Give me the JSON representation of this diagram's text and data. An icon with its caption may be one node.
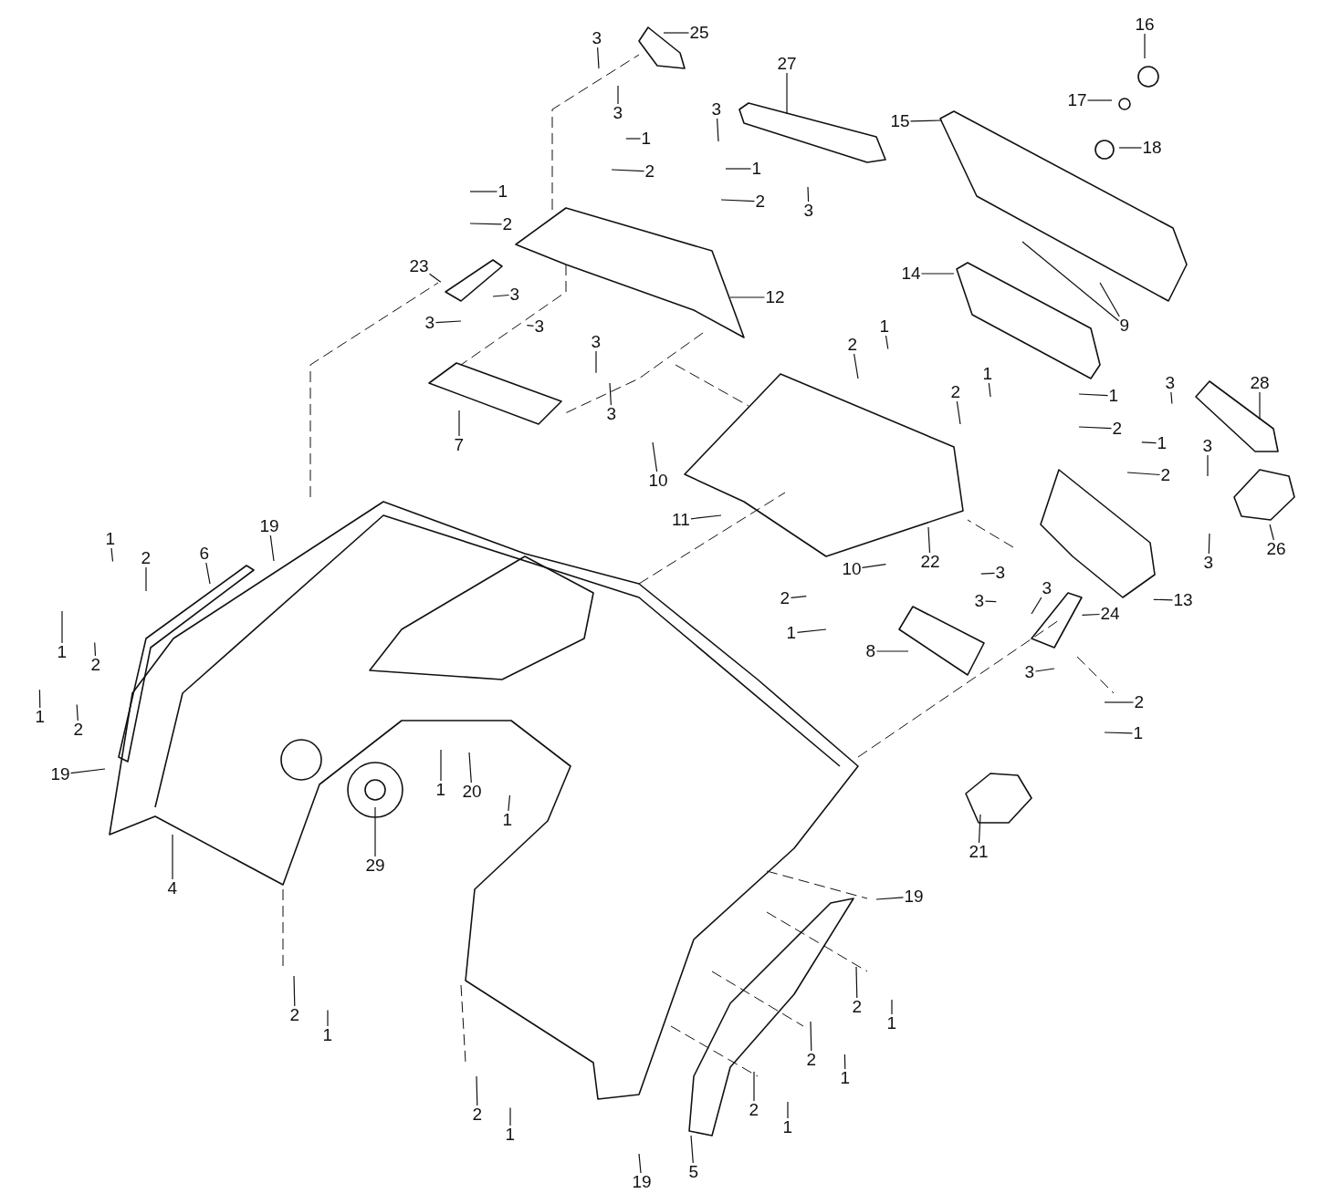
{
  "diagram": {
    "nodes": [
      {
        "text": [
          "16"
        ]
      },
      {
        "text": [
          "25"
        ]
      },
      {
        "text": [
          "3"
        ]
      },
      {
        "text": [
          "27"
        ]
      },
      {
        "text": [
          "17"
        ]
      },
      {
        "text": [
          "3"
        ]
      },
      {
        "text": [
          "3"
        ]
      },
      {
        "text": [
          "15"
        ]
      },
      {
        "text": [
          "1"
        ]
      },
      {
        "text": [
          "18"
        ]
      },
      {
        "text": [
          "1"
        ]
      },
      {
        "text": [
          "2"
        ]
      },
      {
        "text": [
          "1"
        ]
      },
      {
        "text": [
          "2"
        ]
      },
      {
        "text": [
          "3"
        ]
      },
      {
        "text": [
          "2"
        ]
      },
      {
        "text": [
          "23"
        ]
      },
      {
        "text": [
          "14"
        ]
      },
      {
        "text": [
          "3"
        ]
      },
      {
        "text": [
          "12"
        ]
      },
      {
        "text": [
          "3"
        ]
      },
      {
        "text": [
          "9"
        ]
      },
      {
        "text": [
          "3"
        ]
      },
      {
        "text": [
          "1"
        ]
      },
      {
        "text": [
          "3"
        ]
      },
      {
        "text": [
          "2"
        ]
      },
      {
        "text": [
          "1"
        ]
      },
      {
        "text": [
          "28"
        ]
      },
      {
        "text": [
          "3"
        ]
      },
      {
        "text": [
          "2"
        ]
      },
      {
        "text": [
          "1"
        ]
      },
      {
        "text": [
          "3"
        ]
      },
      {
        "text": [
          "2"
        ]
      },
      {
        "text": [
          "1"
        ]
      },
      {
        "text": [
          "7"
        ]
      },
      {
        "text": [
          "3"
        ]
      },
      {
        "text": [
          "2"
        ]
      },
      {
        "text": [
          "10"
        ]
      },
      {
        "text": [
          "11"
        ]
      },
      {
        "text": [
          "26"
        ]
      },
      {
        "text": [
          "19"
        ]
      },
      {
        "text": [
          "1"
        ]
      },
      {
        "text": [
          "6"
        ]
      },
      {
        "text": [
          "2"
        ]
      },
      {
        "text": [
          "22"
        ]
      },
      {
        "text": [
          "3"
        ]
      },
      {
        "text": [
          "10"
        ]
      },
      {
        "text": [
          "3"
        ]
      },
      {
        "text": [
          "3"
        ]
      },
      {
        "text": [
          "2"
        ]
      },
      {
        "text": [
          "13"
        ]
      },
      {
        "text": [
          "3"
        ]
      },
      {
        "text": [
          "24"
        ]
      },
      {
        "text": [
          "1"
        ]
      },
      {
        "text": [
          "8"
        ]
      },
      {
        "text": [
          "1"
        ]
      },
      {
        "text": [
          "2"
        ]
      },
      {
        "text": [
          "3"
        ]
      },
      {
        "text": [
          "2"
        ]
      },
      {
        "text": [
          "1"
        ]
      },
      {
        "text": [
          "2"
        ]
      },
      {
        "text": [
          "1"
        ]
      },
      {
        "text": [
          "19"
        ]
      },
      {
        "text": [
          "1"
        ]
      },
      {
        "text": [
          "20"
        ]
      },
      {
        "text": [
          "1"
        ]
      },
      {
        "text": [
          "21"
        ]
      },
      {
        "text": [
          "29"
        ]
      },
      {
        "text": [
          "4"
        ]
      },
      {
        "text": [
          "19"
        ]
      },
      {
        "text": [
          "2"
        ]
      },
      {
        "text": [
          "2"
        ]
      },
      {
        "text": [
          "1"
        ]
      },
      {
        "text": [
          "1"
        ]
      },
      {
        "text": [
          "2"
        ]
      },
      {
        "text": [
          "1"
        ]
      },
      {
        "text": [
          "2"
        ]
      },
      {
        "text": [
          "2"
        ]
      },
      {
        "text": [
          "1"
        ]
      },
      {
        "text": [
          "1"
        ]
      },
      {
        "text": [
          "5"
        ]
      },
      {
        "text": [
          "19"
        ]
      }
    ],
    "edges": [
      {
        "from": 0,
        "to": null,
        "arrow": "none"
      },
      {
        "from": 1,
        "to": null,
        "arrow": "none"
      },
      {
        "from": 2,
        "to": null,
        "arrow": "none"
      },
      {
        "from": 3,
        "to": null,
        "arrow": "none"
      },
      {
        "from": 4,
        "to": null,
        "arrow": "none"
      },
      {
        "from": 5,
        "to": null,
        "arrow": "none"
      },
      {
        "from": 6,
        "to": null,
        "arrow": "none"
      },
      {
        "from": 7,
        "to": null,
        "arrow": "none"
      },
      {
        "from": 8,
        "to": null,
        "arrow": "none"
      },
      {
        "from": 9,
        "to": null,
        "arrow": "none"
      },
      {
        "from": 10,
        "to": null,
        "arrow": "none"
      },
      {
        "from": 11,
        "to": null,
        "arrow": "none"
      },
      {
        "from": 12,
        "to": null,
        "arrow": "none"
      },
      {
        "from": 13,
        "to": null,
        "arrow": "none"
      },
      {
        "from": 14,
        "to": null,
        "arrow": "none"
      },
      {
        "from": 15,
        "to": null,
        "arrow": "none"
      },
      {
        "from": 16,
        "to": null,
        "arrow": "none"
      },
      {
        "from": 17,
        "to": null,
        "arrow": "none"
      },
      {
        "from": 18,
        "to": null,
        "arrow": "none"
      },
      {
        "from": 19,
        "to": null,
        "arrow": "none"
      },
      {
        "from": 20,
        "to": null,
        "arrow": "none"
      },
      {
        "from": 21,
        "to": null,
        "arrow": "none"
      },
      {
        "from": 21,
        "to": null,
        "arrow": "none"
      },
      {
        "from": 22,
        "to": null,
        "arrow": "none"
      },
      {
        "from": 23,
        "to": null,
        "arrow": "none"
      },
      {
        "from": 24,
        "to": null,
        "arrow": "none"
      },
      {
        "from": 25,
        "to": null,
        "arrow": "none"
      },
      {
        "from": 26,
        "to": null,
        "arrow": "none"
      },
      {
        "from": 27,
        "to": null,
        "arrow": "none"
      },
      {
        "from": 28,
        "to": null,
        "arrow": "none"
      },
      {
        "from": 29,
        "to": null,
        "arrow": "none"
      },
      {
        "from": 30,
        "to": null,
        "arrow": "none"
      },
      {
        "from": 31,
        "to": null,
        "arrow": "none"
      },
      {
        "from": 32,
        "to": null,
        "arrow": "none"
      },
      {
        "from": 33,
        "to": null,
        "arrow": "none"
      },
      {
        "from": 34,
        "to": null,
        "arrow": "none"
      },
      {
        "from": 35,
        "to": null,
        "arrow": "none"
      },
      {
        "from": 36,
        "to": null,
        "arrow": "none"
      },
      {
        "from": 37,
        "to": null,
        "arrow": "none"
      },
      {
        "from": 38,
        "to": null,
        "arrow": "none"
      },
      {
        "from": 39,
        "to": null,
        "arrow": "none"
      },
      {
        "from": 40,
        "to": null,
        "arrow": "none"
      },
      {
        "from": 41,
        "to": null,
        "arrow": "none"
      },
      {
        "from": 42,
        "to": null,
        "arrow": "none"
      },
      {
        "from": 43,
        "to": null,
        "arrow": "none"
      },
      {
        "from": 44,
        "to": null,
        "arrow": "none"
      },
      {
        "from": 45,
        "to": null,
        "arrow": "none"
      },
      {
        "from": 46,
        "to": null,
        "arrow": "none"
      },
      {
        "from": 47,
        "to": null,
        "arrow": "none"
      },
      {
        "from": 48,
        "to": null,
        "arrow": "none"
      },
      {
        "from": 49,
        "to": null,
        "arrow": "none"
      },
      {
        "from": 50,
        "to": null,
        "arrow": "none"
      },
      {
        "from": 51,
        "to": null,
        "arrow": "none"
      },
      {
        "from": 52,
        "to": null,
        "arrow": "none"
      },
      {
        "from": 53,
        "to": null,
        "arrow": "none"
      },
      {
        "from": 54,
        "to": null,
        "arrow": "none"
      },
      {
        "from": 55,
        "to": null,
        "arrow": "none"
      },
      {
        "from": 56,
        "to": null,
        "arrow": "none"
      },
      {
        "from": 57,
        "to": null,
        "arrow": "none"
      },
      {
        "from": 58,
        "to": null,
        "arrow": "none"
      },
      {
        "from": 59,
        "to": null,
        "arrow": "none"
      },
      {
        "from": 60,
        "to": null,
        "arrow": "none"
      },
      {
        "from": 61,
        "to": null,
        "arrow": "none"
      },
      {
        "from": 62,
        "to": null,
        "arrow": "none"
      },
      {
        "from": 63,
        "to": null,
        "arrow": "none"
      },
      {
        "from": 64,
        "to": null,
        "arrow": "none"
      },
      {
        "from": 65,
        "to": null,
        "arrow": "none"
      },
      {
        "from": 66,
        "to": null,
        "arrow": "none"
      },
      {
        "from": 67,
        "to": null,
        "arrow": "none"
      },
      {
        "from": 68,
        "to": null,
        "arrow": "none"
      },
      {
        "from": 69,
        "to": null,
        "arrow": "none"
      },
      {
        "from": 70,
        "to": null,
        "arrow": "none"
      },
      {
        "from": 71,
        "to": null,
        "arrow": "none"
      },
      {
        "from": 72,
        "to": null,
        "arrow": "none"
      },
      {
        "from": 73,
        "to": null,
        "arrow": "none"
      },
      {
        "from": 74,
        "to": null,
        "arrow": "none"
      },
      {
        "from": 75,
        "to": null,
        "arrow": "none"
      },
      {
        "from": 76,
        "to": null,
        "arrow": "none"
      },
      {
        "from": 77,
        "to": null,
        "arrow": "none"
      },
      {
        "from": 78,
        "to": null,
        "arrow": "none"
      },
      {
        "from": 79,
        "to": null,
        "arrow": "none"
      },
      {
        "from": 80,
        "to": null,
        "arrow": "none"
      },
      {
        "from": 81,
        "to": null,
        "arrow": "none"
      }
    ]
  }
}
